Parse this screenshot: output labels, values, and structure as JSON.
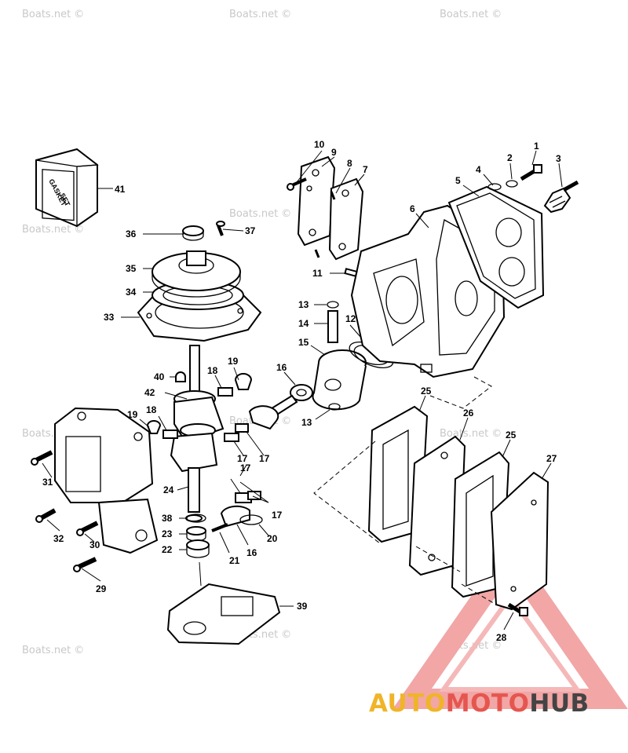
{
  "watermark": "Boats.net ©",
  "gasket_box": {
    "line1": "GASKET",
    "line2": "SET"
  },
  "brand": {
    "part1": "AUTO",
    "part2": "MOTO",
    "part3": "HUB",
    "color1": "#f0b429",
    "color2": "#e5564f",
    "color3": "#444444"
  },
  "callouts": {
    "c1": "1",
    "c2": "2",
    "c3": "3",
    "c4": "4",
    "c5": "5",
    "c6": "6",
    "c7": "7",
    "c8": "8",
    "c9": "9",
    "c10": "10",
    "c11": "11",
    "c12": "12",
    "c13a": "13",
    "c13b": "13",
    "c14": "14",
    "c15": "15",
    "c16a": "16",
    "c16b": "16",
    "c17a": "17",
    "c17b": "17",
    "c17c": "17",
    "c17d": "17",
    "c18a": "18",
    "c18b": "18",
    "c19a": "19",
    "c19b": "19",
    "c20": "20",
    "c21": "21",
    "c22": "22",
    "c23": "23",
    "c24": "24",
    "c25a": "25",
    "c25b": "25",
    "c26": "26",
    "c27": "27",
    "c28": "28",
    "c29": "29",
    "c30": "30",
    "c31": "31",
    "c32": "32",
    "c33": "33",
    "c34": "34",
    "c35": "35",
    "c36": "36",
    "c37": "37",
    "c38": "38",
    "c39": "39",
    "c40": "40",
    "c41": "41",
    "c42": "42"
  }
}
